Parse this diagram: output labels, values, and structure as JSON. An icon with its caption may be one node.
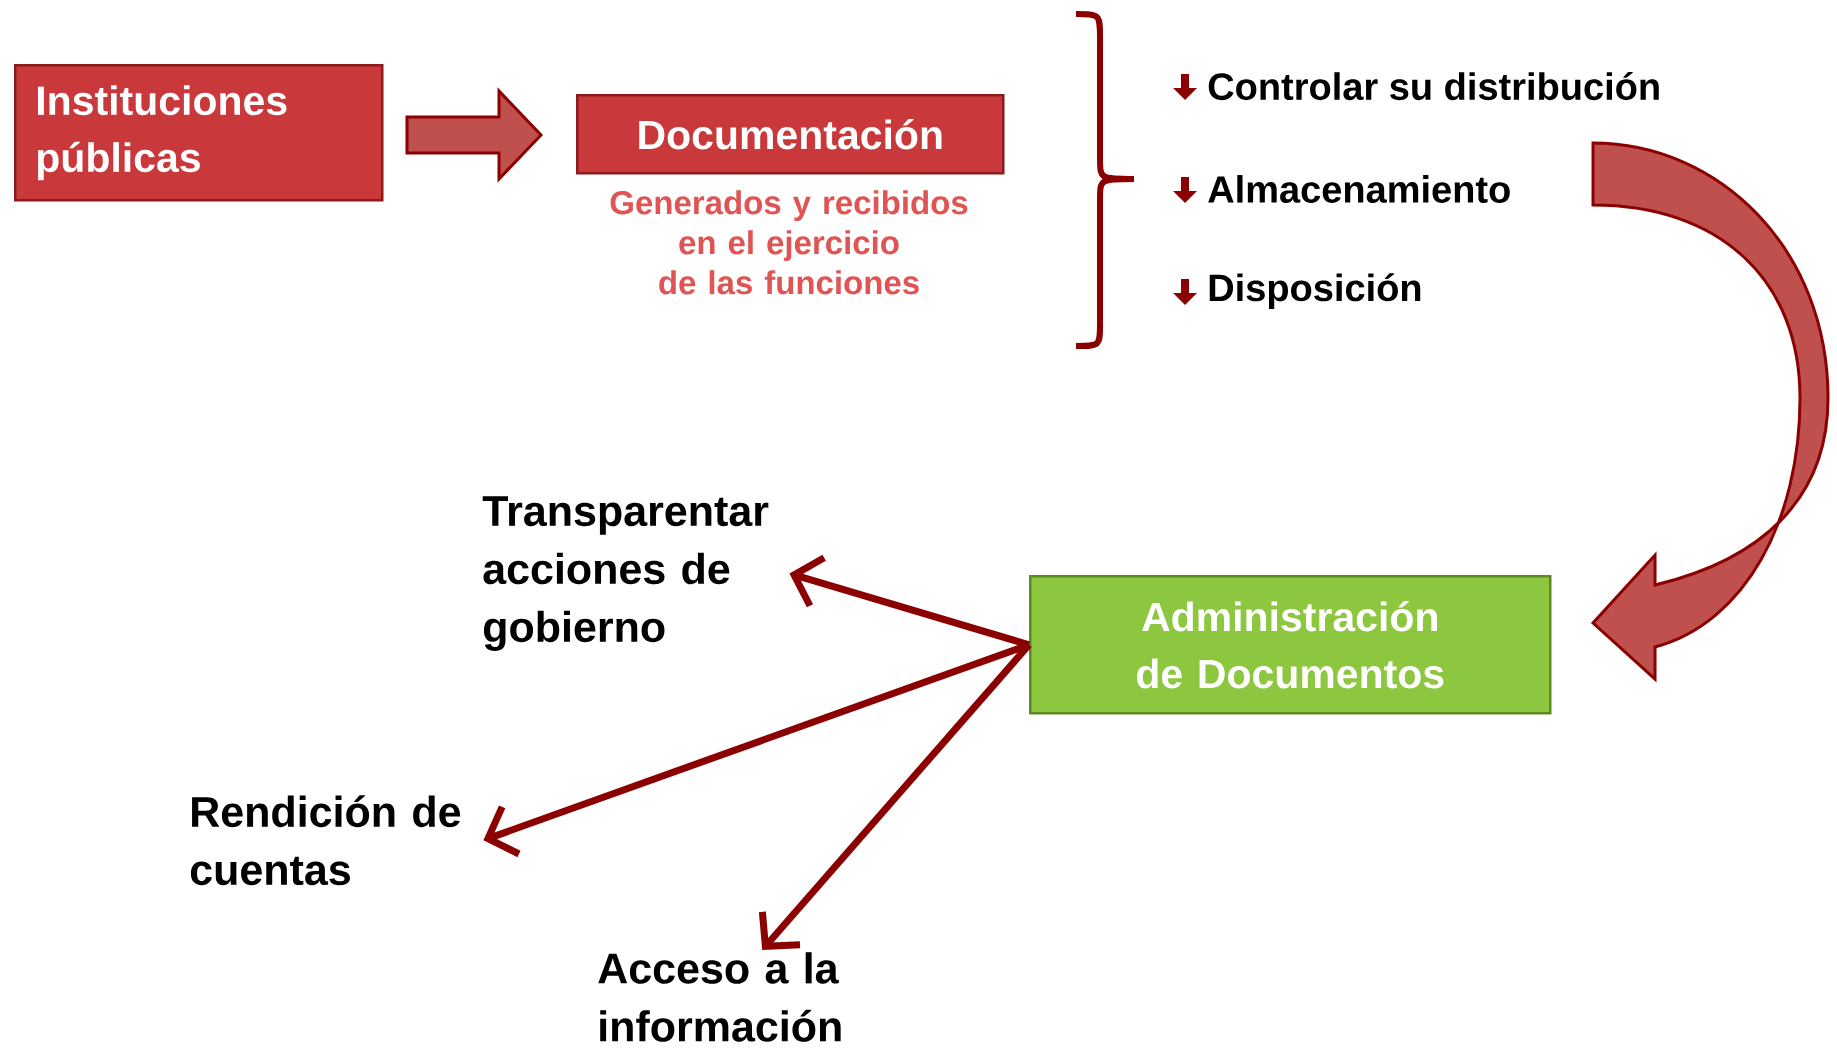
{
  "diagram": {
    "nodes": [
      {
        "text": [
          "Instituciones públicas"
        ]
      },
      {
        "text": [
          "Documentación"
        ],
        "beside": [
          "Generados y recibidos en el ejercicio de las funciones"
        ]
      },
      {
        "text": [
          "Controlar su distribución"
        ]
      },
      {
        "text": [
          "Almacenamiento"
        ]
      },
      {
        "text": [
          "Disposición"
        ]
      },
      {
        "text": [
          "Administración de Documentos"
        ]
      },
      {
        "text": [
          "Transparentar acciones de gobierno"
        ]
      },
      {
        "text": [
          "Rendición de cuentas"
        ]
      },
      {
        "text": [
          "Acceso a la información"
        ]
      }
    ],
    "edges": [
      {
        "from": 0,
        "to": 1,
        "arrow": "to",
        "color": "#c0504d"
      },
      {
        "from": 3,
        "to": 5,
        "arrow": "to",
        "color": "#c0504d"
      },
      {
        "from": 5,
        "to": 6,
        "arrow": "to"
      },
      {
        "from": 5,
        "to": 7,
        "arrow": "to"
      },
      {
        "from": 5,
        "to": 8,
        "arrow": "to"
      }
    ]
  }
}
